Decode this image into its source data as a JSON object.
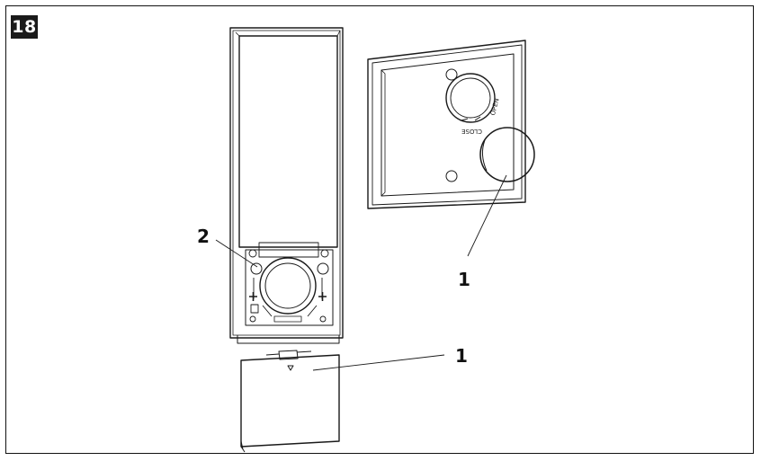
{
  "figure": {
    "number": "18"
  },
  "callouts": {
    "label_2": "2",
    "label_1_knob": "1",
    "label_1_cover": "1"
  },
  "device": {
    "close_text": "CLOSE",
    "open_text": "OPEN"
  },
  "colors": {
    "ink": "#1a1a1a",
    "background": "#ffffff"
  }
}
